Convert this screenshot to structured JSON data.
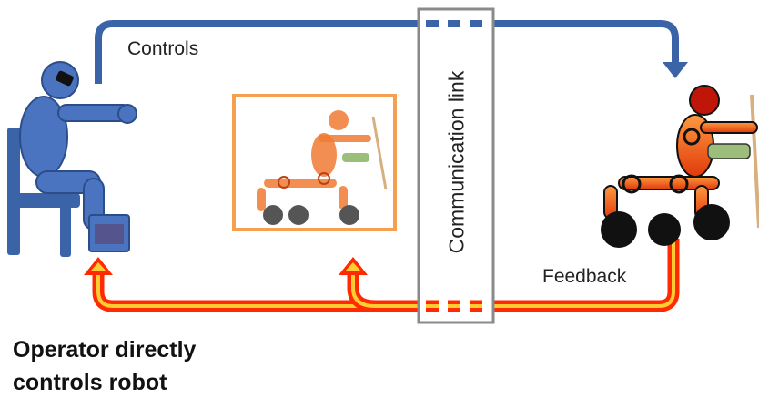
{
  "labels": {
    "controls": "Controls",
    "feedback": "Feedback",
    "communication_link": "Communication link"
  },
  "caption": {
    "line1": "Operator directly",
    "line2": "controls robot"
  },
  "colors": {
    "control_arrow": "#3b63a8",
    "feedback_arrow_outer": "#ff2a00",
    "feedback_arrow_inner": "#ffcc33",
    "operator_body": "#4a74c0",
    "robot_body": "#f05a14",
    "display_frame": "#f5a050",
    "link_box": "#8a8a8a"
  }
}
